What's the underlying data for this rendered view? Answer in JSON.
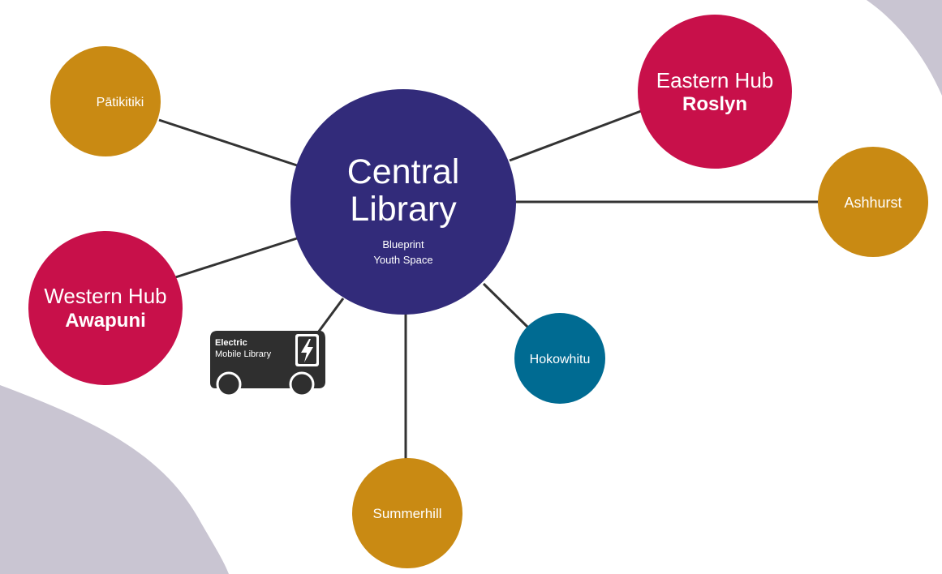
{
  "colors": {
    "background": "#ffffff",
    "decor": "#c9c5d2",
    "central": "#322b7a",
    "hub": "#c8104a",
    "branch": "#c98a13",
    "special": "#006b92",
    "line": "#333333",
    "van": "#2f2f2f"
  },
  "central": {
    "title_line1": "Central",
    "title_line2": "Library",
    "sub_line1": "Blueprint",
    "sub_line2": "Youth Space"
  },
  "hubs": {
    "eastern": {
      "line1": "Eastern Hub",
      "line2": "Roslyn"
    },
    "western": {
      "line1": "Western Hub",
      "line2": "Awapuni"
    }
  },
  "branches": {
    "patikitiki": "Pātikitiki",
    "ashhurst": "Ashhurst",
    "summerhill": "Summerhill",
    "hokowhitu": "Hokowhitu"
  },
  "mobile": {
    "line1": "Electric",
    "line2": "Mobile Library",
    "icon": "lightning-bolt-icon"
  }
}
